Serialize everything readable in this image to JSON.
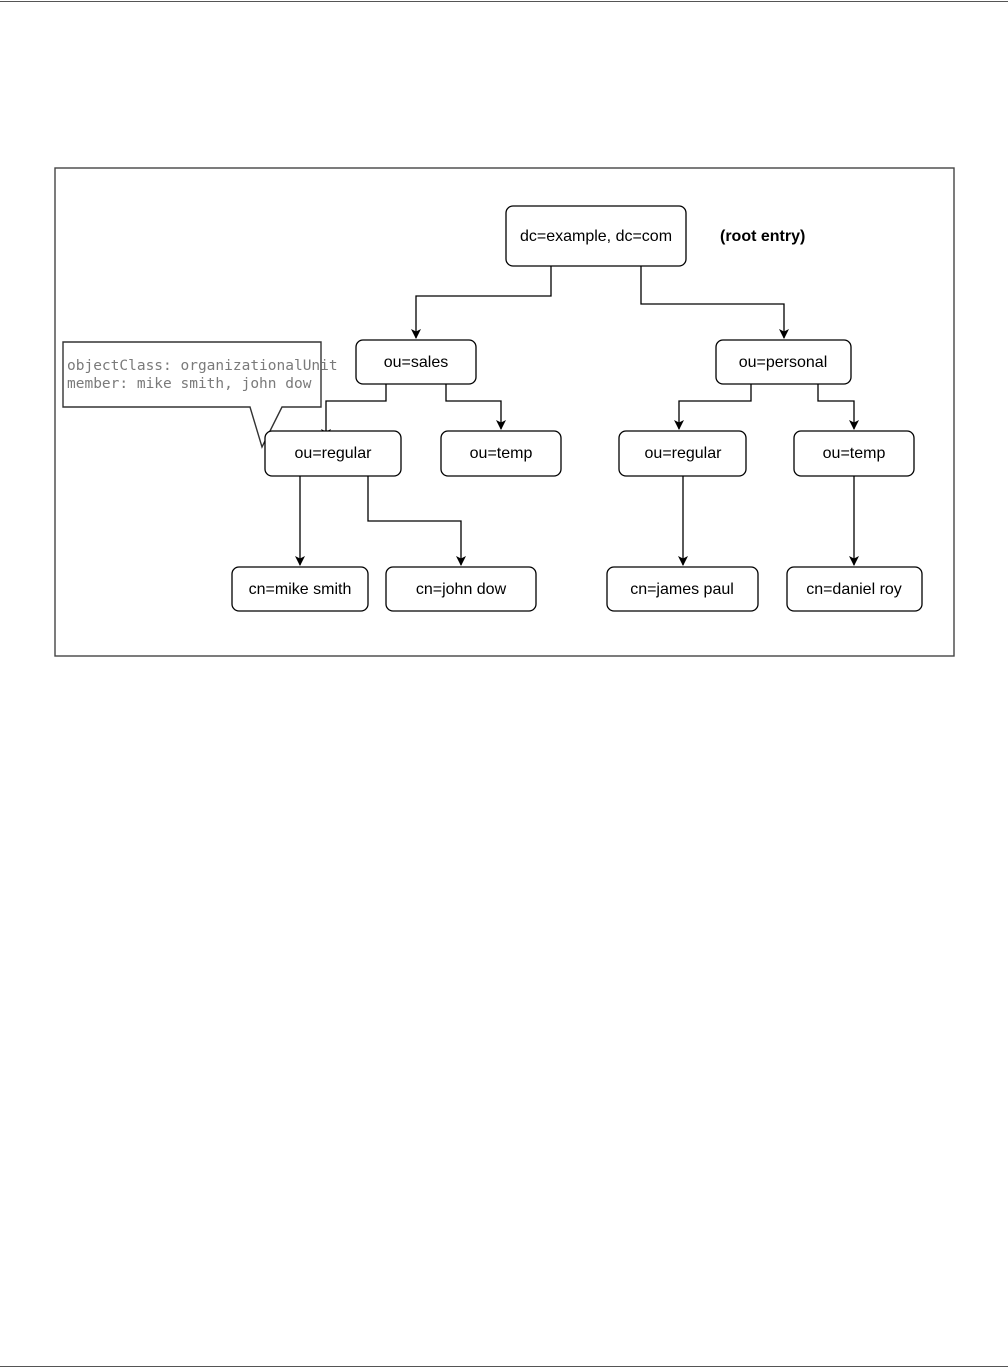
{
  "diagram": {
    "nodes": {
      "root": "dc=example, dc=com",
      "sales": "ou=sales",
      "personal": "ou=personal",
      "sales_regular": "ou=regular",
      "sales_temp": "ou=temp",
      "personal_regular": "ou=regular",
      "personal_temp": "ou=temp",
      "mike": "cn=mike smith",
      "john": "cn=john dow",
      "james": "cn=james paul",
      "daniel": "cn=daniel roy"
    },
    "root_note": "(root entry)",
    "callout": {
      "line1": "objectClass: organizationalUnit",
      "line2": "member: mike smith, john dow"
    },
    "colors": {
      "line": "#000000",
      "callout_text": "#7a7a7a",
      "background": "#ffffff"
    }
  }
}
